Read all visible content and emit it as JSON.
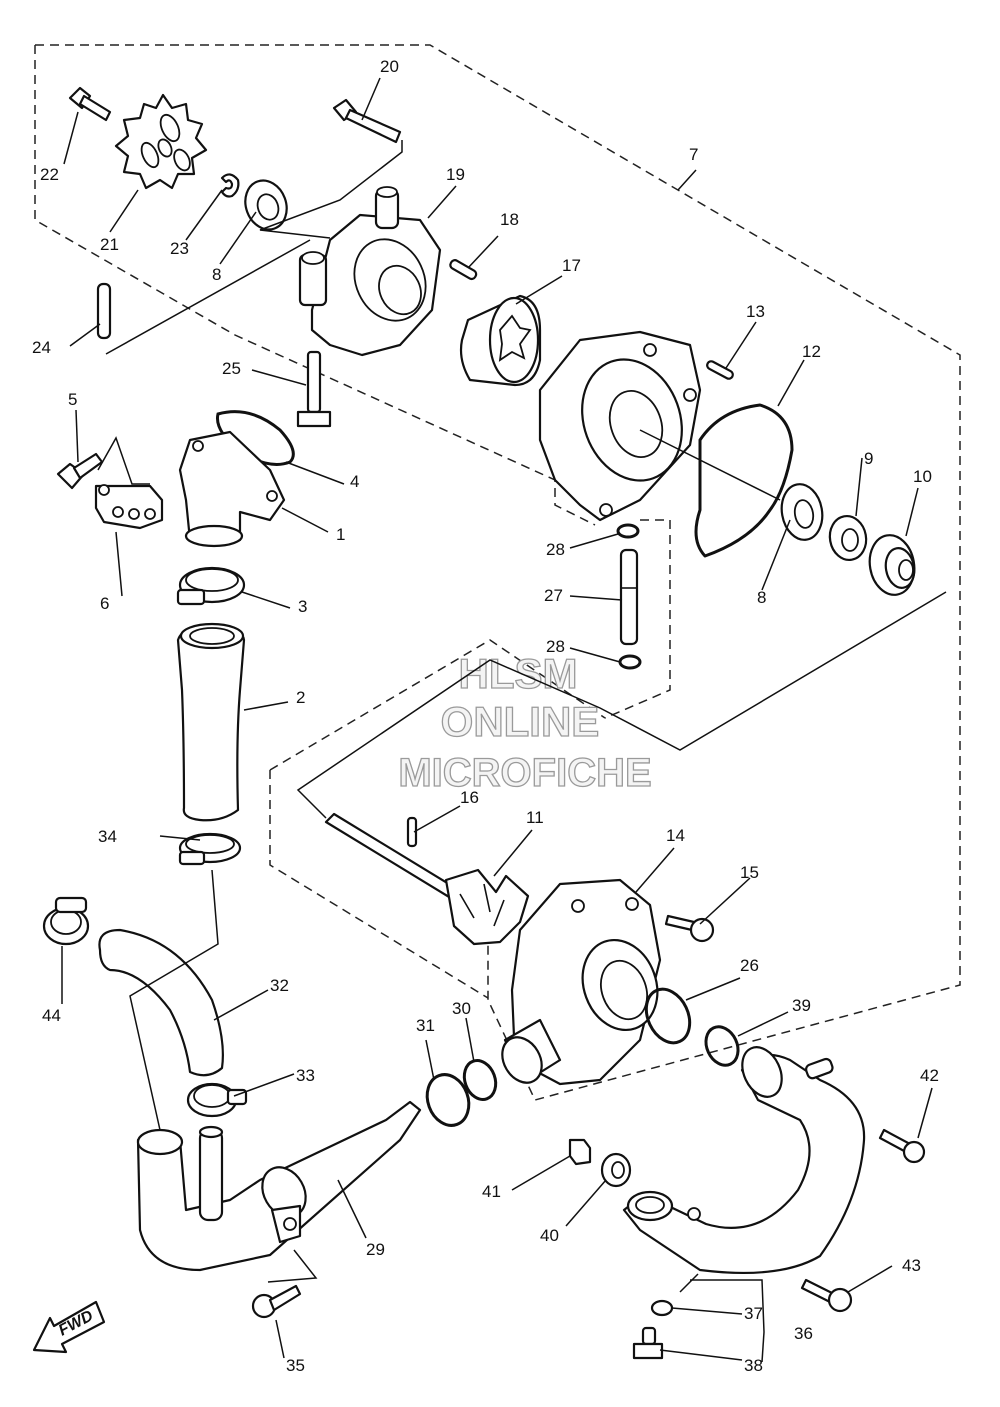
{
  "watermark": {
    "line1": "HLSM",
    "line2": "ONLINE",
    "line3": "MICROFICHE"
  },
  "direction_label": "FWD",
  "callouts": {
    "c1": "1",
    "c2": "2",
    "c3": "3",
    "c4": "4",
    "c5": "5",
    "c6": "6",
    "c7": "7",
    "c8a": "8",
    "c8b": "8",
    "c9": "9",
    "c10": "10",
    "c11": "11",
    "c12": "12",
    "c13": "13",
    "c14": "14",
    "c15": "15",
    "c16": "16",
    "c17": "17",
    "c18": "18",
    "c19": "19",
    "c20": "20",
    "c21": "21",
    "c22": "22",
    "c23": "23",
    "c24": "24",
    "c25": "25",
    "c26": "26",
    "c27": "27",
    "c28a": "28",
    "c28b": "28",
    "c29": "29",
    "c30": "30",
    "c31": "31",
    "c32": "32",
    "c33": "33",
    "c34": "34",
    "c35": "35",
    "c36": "36",
    "c37": "37",
    "c38": "38",
    "c39": "39",
    "c40": "40",
    "c41": "41",
    "c42": "42",
    "c43": "43",
    "c44": "44"
  }
}
